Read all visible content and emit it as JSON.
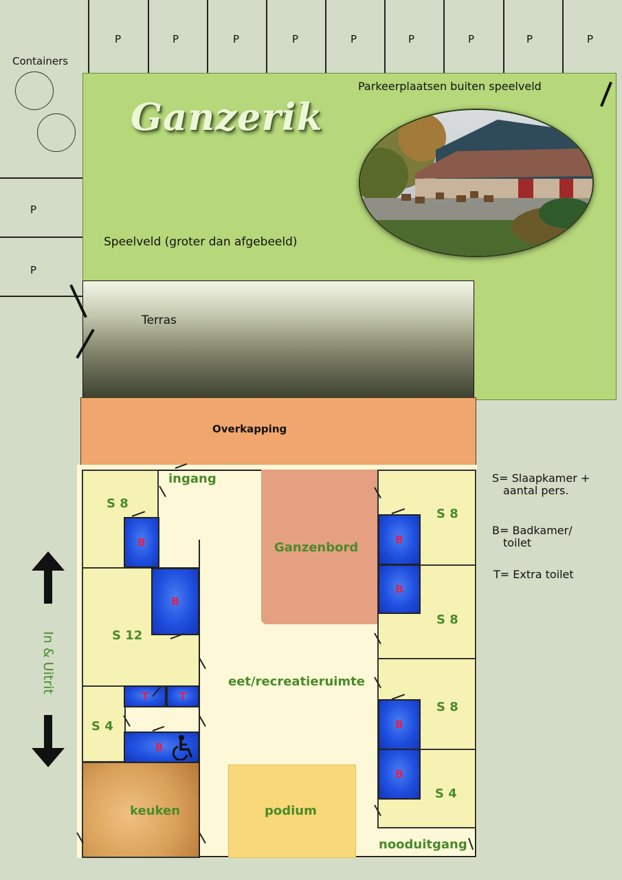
{
  "parking_top": {
    "labels": [
      "P",
      "P",
      "P",
      "P",
      "P",
      "P",
      "P",
      "P",
      "P"
    ]
  },
  "containers_label": "Containers",
  "parking_left": {
    "labels": [
      "P",
      "P"
    ]
  },
  "field": {
    "parking_outside_label": "Parkeerplaatsen buiten speelveld",
    "title": "Ganzerik",
    "playfield_label": "Speelveld (groter dan afgebeeld)"
  },
  "terrace_label": "Terras",
  "canopy_label": "Overkapping",
  "building": {
    "entrance_label": "ingang",
    "ganzenbord_label": "Ganzenbord",
    "dining_label": "eet/recreatieruimte",
    "kitchen_label": "keuken",
    "stage_label": "podium",
    "emergency_exit_label": "nooduitgang",
    "rooms": {
      "left_top": "S 8",
      "left_mid": "S 12",
      "left_small": "S 4",
      "right_1": "S 8",
      "right_2": "S 8",
      "right_3": "S 8",
      "right_4": "S 4"
    },
    "bathroom_label": "B",
    "toilet_label": "T"
  },
  "in_out_label": "In & Uitrit",
  "legend": {
    "s_line1": "S= Slaapkamer +",
    "s_line2": "aantal pers.",
    "b_line1": "B= Badkamer/",
    "b_line2": "toilet",
    "t_line": "T= Extra toilet"
  },
  "colors": {
    "background": "#d2dcc6",
    "field": "#b6d77a",
    "canopy": "#f0a66c",
    "room": "#f6f2b4",
    "hall": "#fdf9d8",
    "bathroom": "#1f4fe0",
    "ganzenbord": "#e4a080",
    "stage": "#f8d878",
    "kitchen": "#d9a15a",
    "label_green": "#4a8a2a",
    "label_red": "#e02050"
  }
}
